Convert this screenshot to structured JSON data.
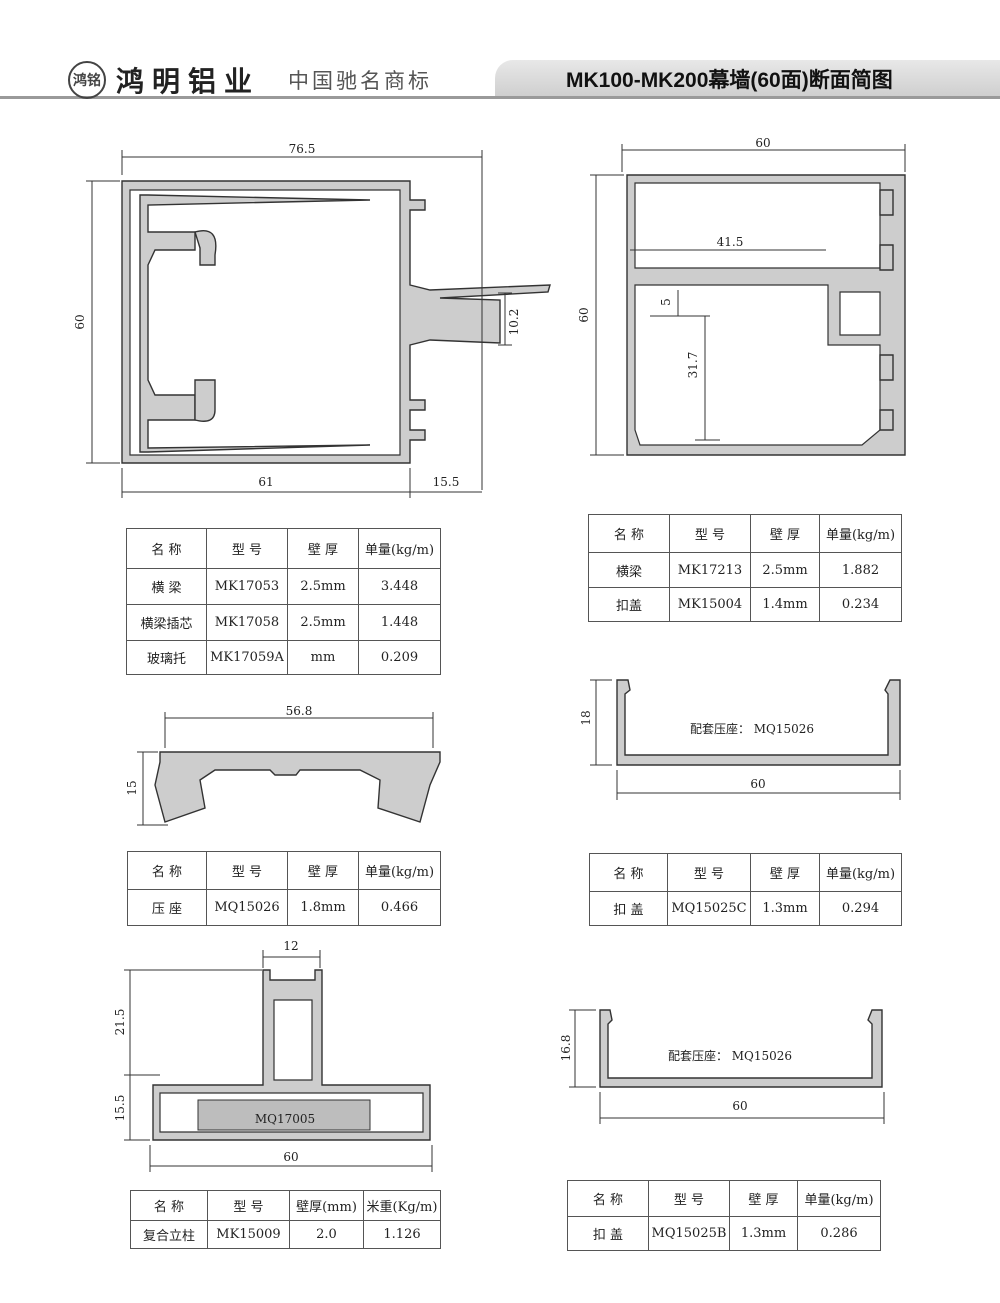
{
  "header": {
    "logo_text": "鸿铭",
    "brand": "鸿明铝业",
    "slogan": "中国驰名商标",
    "title": "MK100-MK200幕墙(60面)断面简图"
  },
  "drawings": {
    "d1": {
      "width": "76.5",
      "height": "60",
      "bottom_a": "61",
      "bottom_b": "15.5",
      "gap": "10.2"
    },
    "d2": {
      "width": "60",
      "height": "60",
      "inner_width": "41.5",
      "small": "5",
      "inner_height": "31.7"
    },
    "d3": {
      "width": "56.8",
      "height": "15"
    },
    "d4": {
      "height": "18",
      "width": "60",
      "label": "配套压座： MQ15026"
    },
    "d5": {
      "top_width": "12",
      "upper_height": "21.5",
      "lower_height": "15.5",
      "width": "60",
      "label": "MQ17005"
    },
    "d6": {
      "height": "16.8",
      "width": "60",
      "label": "配套压座： MQ15026"
    }
  },
  "tables": {
    "t1": {
      "headers": [
        "名  称",
        "型  号",
        "壁  厚",
        "单量(kg/m)"
      ],
      "rows": [
        [
          "横  梁",
          "MK17053",
          "2.5mm",
          "3.448"
        ],
        [
          "横梁插芯",
          "MK17058",
          "2.5mm",
          "1.448"
        ],
        [
          "玻璃托",
          "MK17059A",
          "mm",
          "0.209"
        ]
      ]
    },
    "t2": {
      "headers": [
        "名  称",
        "型  号",
        "壁  厚",
        "单量(kg/m)"
      ],
      "rows": [
        [
          "横梁",
          "MK17213",
          "2.5mm",
          "1.882"
        ],
        [
          "扣盖",
          "MK15004",
          "1.4mm",
          "0.234"
        ]
      ]
    },
    "t3": {
      "headers": [
        "名  称",
        "型  号",
        "壁  厚",
        "单量(kg/m)"
      ],
      "rows": [
        [
          "压  座",
          "MQ15026",
          "1.8mm",
          "0.466"
        ]
      ]
    },
    "t4": {
      "headers": [
        "名  称",
        "型  号",
        "壁  厚",
        "单量(kg/m)"
      ],
      "rows": [
        [
          "扣  盖",
          "MQ15025C",
          "1.3mm",
          "0.294"
        ]
      ]
    },
    "t5": {
      "headers": [
        "名  称",
        "型  号",
        "壁厚(mm)",
        "米重(Kg/m)"
      ],
      "rows": [
        [
          "复合立柱",
          "MK15009",
          "2.0",
          "1.126"
        ]
      ]
    },
    "t6": {
      "headers": [
        "名  称",
        "型  号",
        "壁  厚",
        "单量(kg/m)"
      ],
      "rows": [
        [
          "扣  盖",
          "MQ15025B",
          "1.3mm",
          "0.286"
        ]
      ]
    }
  }
}
